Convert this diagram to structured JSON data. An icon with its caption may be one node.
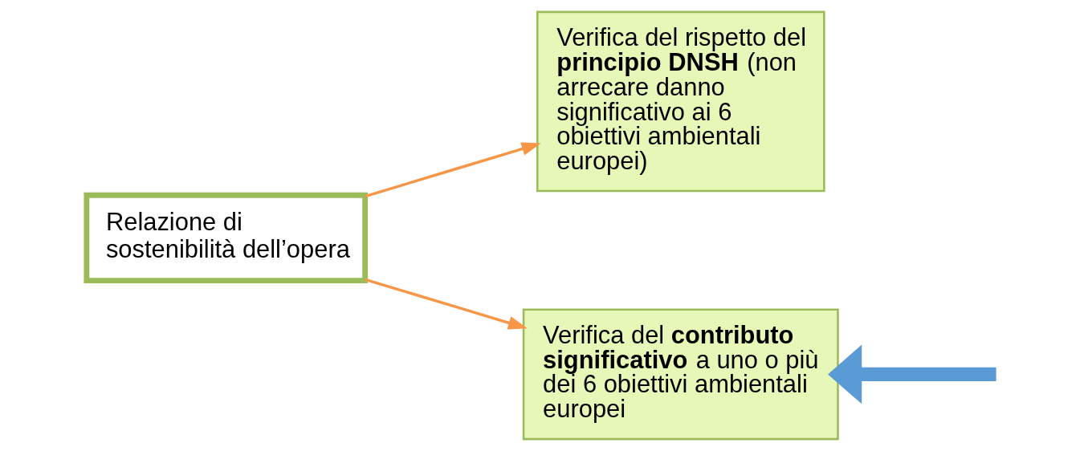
{
  "diagram": {
    "nodes": [
      {
        "text": [
          "Relazione di sostenibilità dell’opera"
        ]
      },
      {
        "text": [
          "Verifica del rispetto del **principio DNSH** (non arrecare danno significativo ai 6 obiettivi ambientali europei)"
        ]
      },
      {
        "text": [
          "Verifica del **contributo significativo** a uno o più dei 6 obiettivi ambientali europei"
        ]
      }
    ],
    "edges": [
      {
        "from": 0,
        "to": 1,
        "arrow": "to"
      },
      {
        "from": 0,
        "to": 2,
        "arrow": "to"
      },
      {
        "from": null,
        "to": 2,
        "arrow": "to",
        "style": "thick",
        "color": "#5b9bd5"
      }
    ]
  }
}
